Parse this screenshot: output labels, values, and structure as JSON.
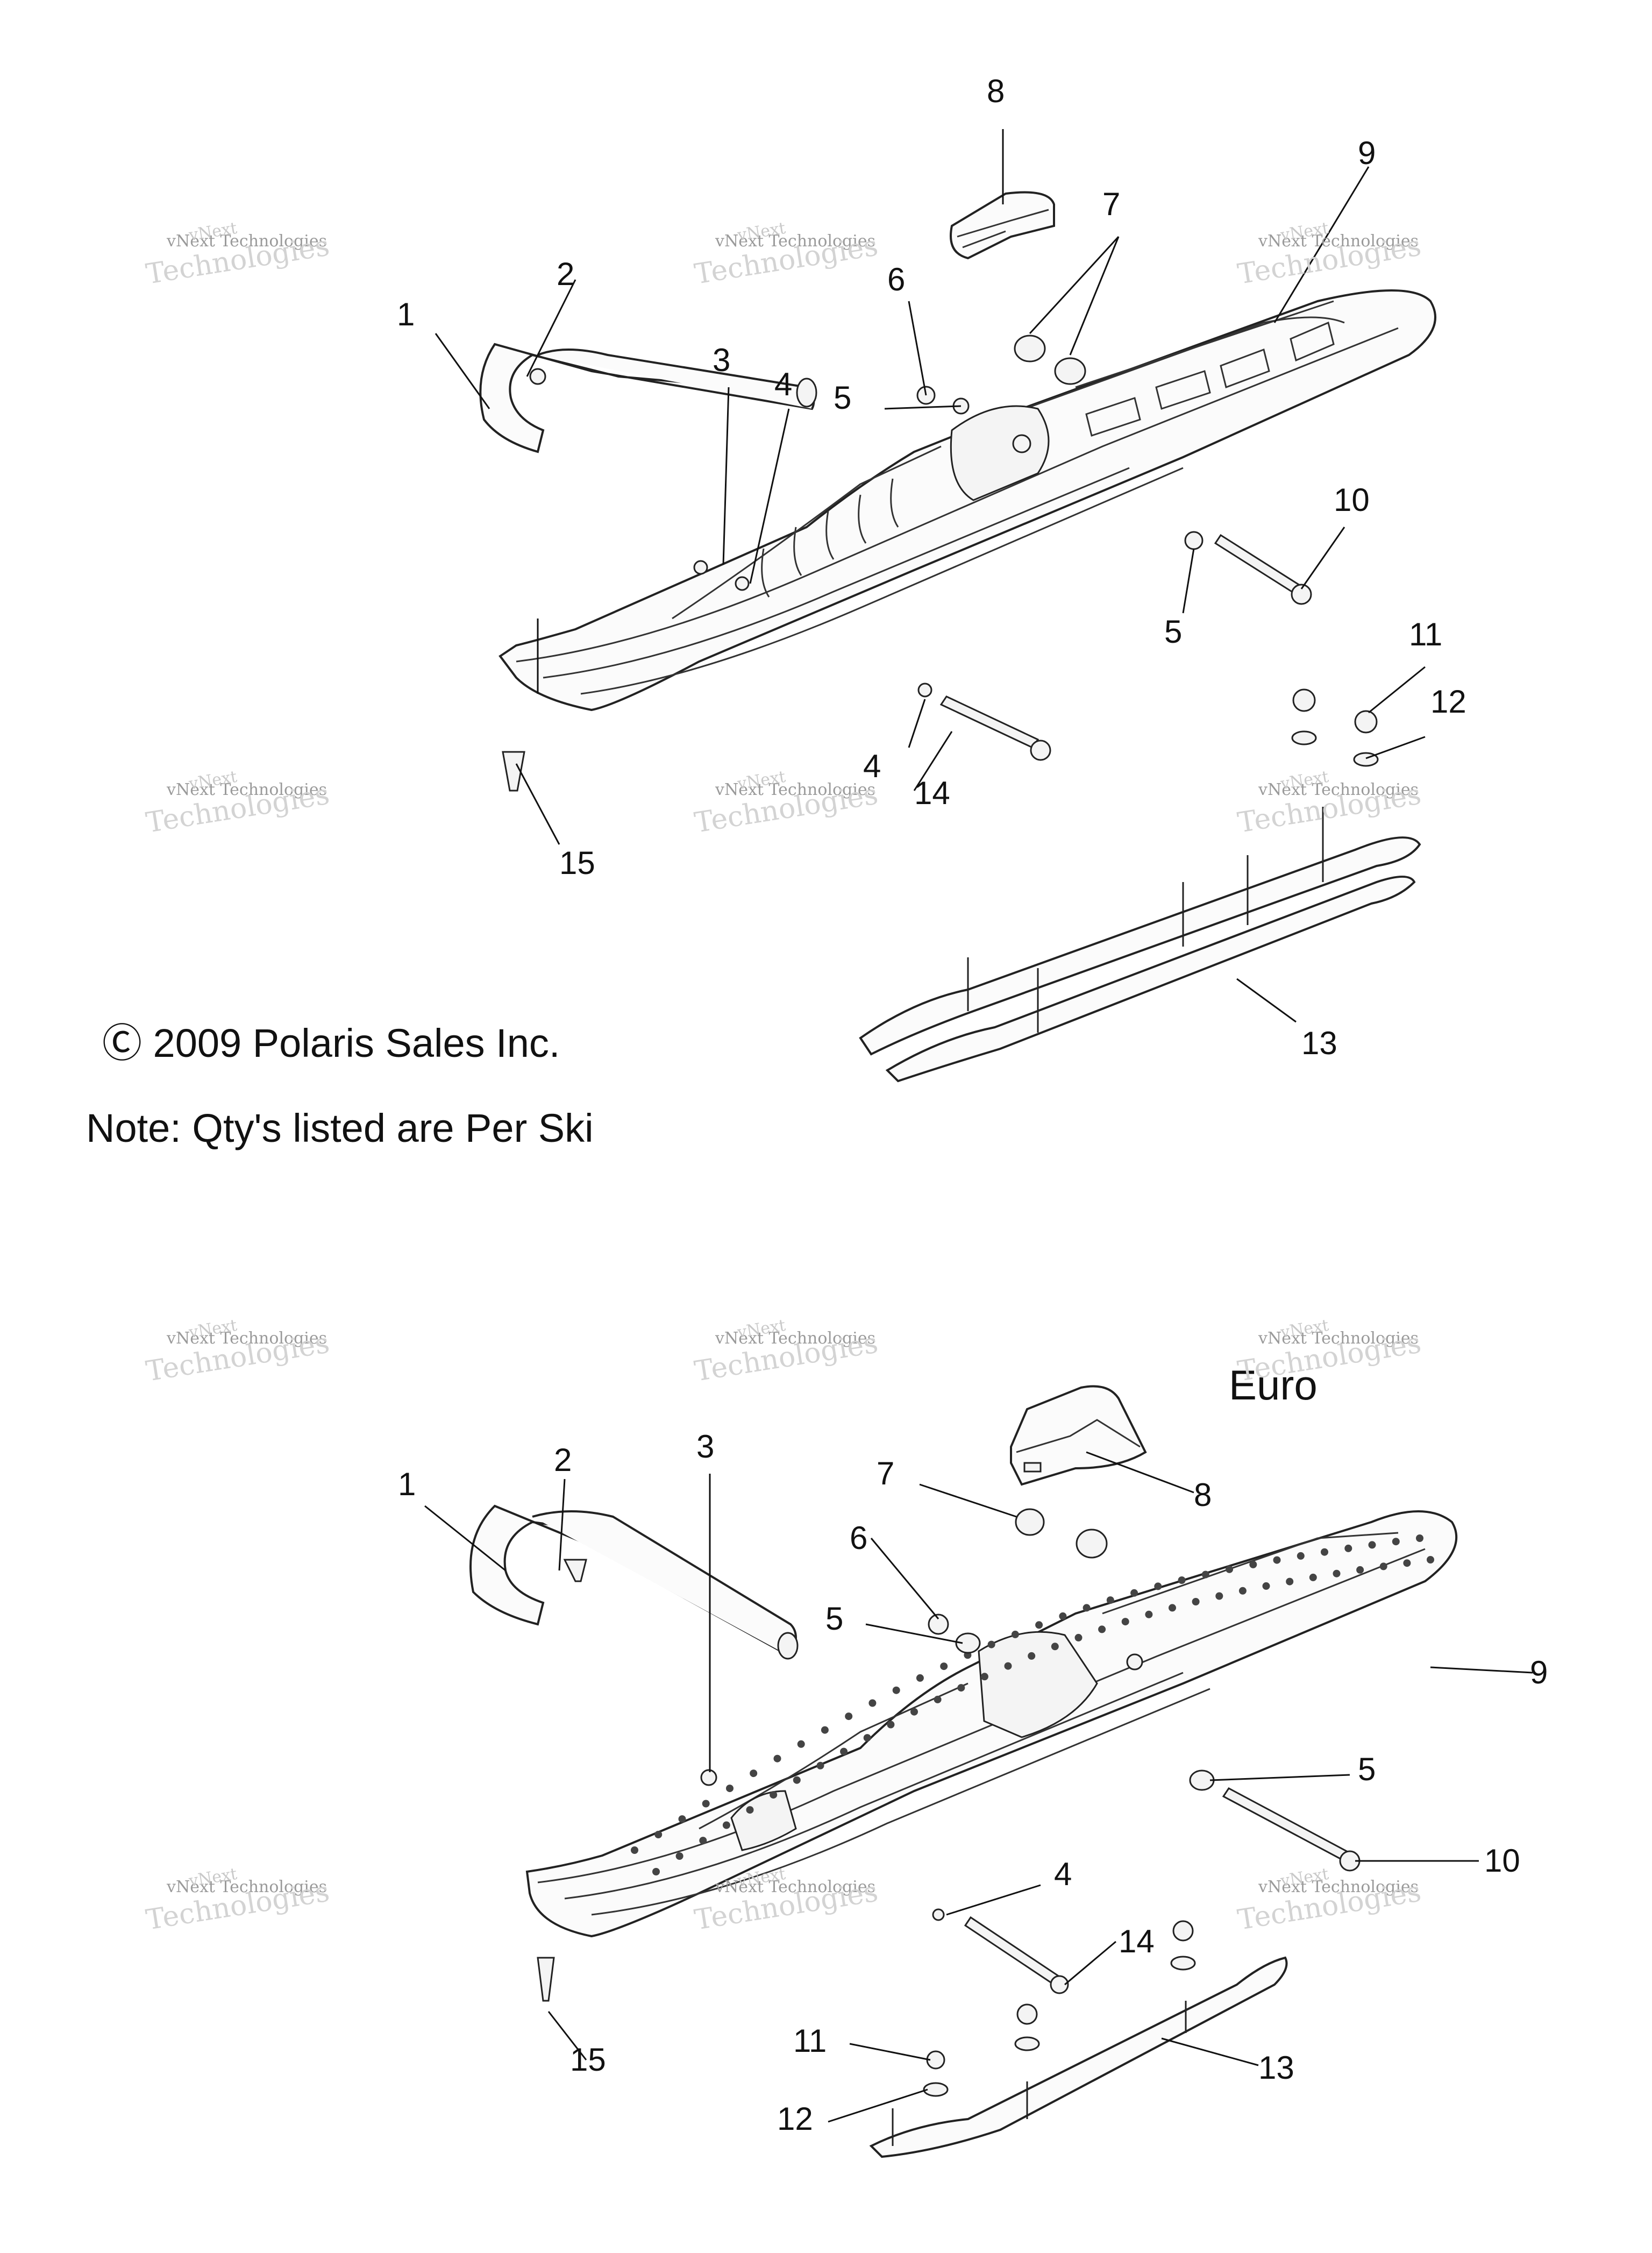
{
  "copyright": "Ⓒ 2009 Polaris Sales Inc.",
  "note": "Note: Qty's listed are Per Ski",
  "euro_label": "Euro",
  "watermark": {
    "line1": "vNext",
    "line2": "vNext Technologies",
    "line3": "Technologies"
  },
  "top_callouts": [
    "1",
    "2",
    "3",
    "4",
    "5",
    "6",
    "7",
    "8",
    "9",
    "10",
    "5",
    "11",
    "12",
    "4",
    "14",
    "15",
    "13"
  ],
  "bottom_callouts": [
    "1",
    "2",
    "3",
    "7",
    "8",
    "6",
    "5",
    "9",
    "5",
    "10",
    "4",
    "14",
    "11",
    "12",
    "13",
    "15"
  ]
}
